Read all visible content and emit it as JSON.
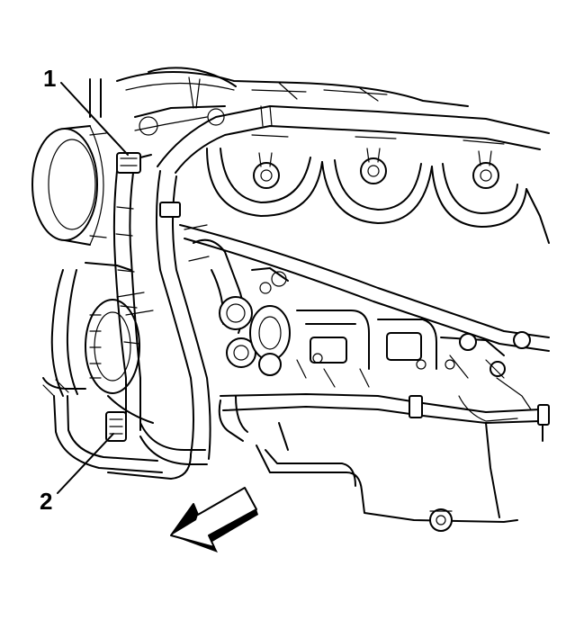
{
  "diagram": {
    "callouts": [
      {
        "id": "1",
        "label": "1"
      },
      {
        "id": "2",
        "label": "2"
      }
    ],
    "colors": {
      "line": "#000000",
      "background": "#ffffff"
    }
  }
}
